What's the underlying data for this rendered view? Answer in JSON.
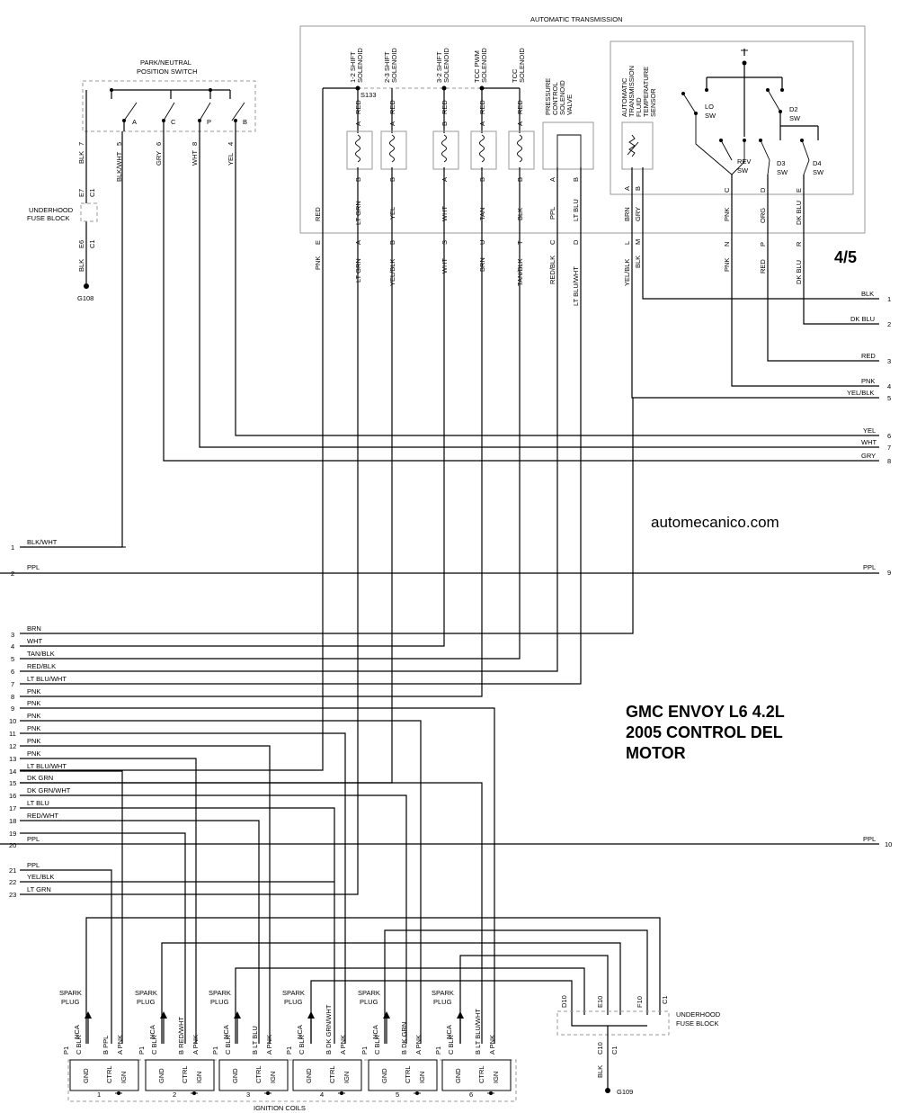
{
  "page_marker": "4/5",
  "title_lines": [
    "GMC ENVOY L6 4.2L",
    "2005 CONTROL DEL",
    "MOTOR"
  ],
  "watermark": "automecanico.com",
  "transmission": {
    "title": "AUTOMATIC TRANSMISSION",
    "splice": "S133",
    "solenoids": [
      {
        "label": [
          "1-2 SHIFT",
          "SOLENOID"
        ],
        "top_pin": "A",
        "top_color": "RED",
        "bot_pin": "B",
        "bot_color": "LT GRN",
        "conn_pin": "A",
        "out_color": "LT GRN"
      },
      {
        "label": [
          "2-3 SHIFT",
          "SOLENOID"
        ],
        "top_pin": "A",
        "top_color": "RED",
        "bot_pin": "B",
        "bot_color": "YEL",
        "conn_pin": "B",
        "out_color": "YEL/BLK"
      },
      {
        "label": [
          "3-2 SHIFT",
          "SOLENOID"
        ],
        "top_pin": "B",
        "top_color": "RED",
        "bot_pin": "A",
        "bot_color": "WHT",
        "conn_pin": "S",
        "out_color": "WHT"
      },
      {
        "label": [
          "TCC PWM",
          "SOLENOID"
        ],
        "top_pin": "A",
        "top_color": "RED",
        "bot_pin": "B",
        "bot_color": "TAN",
        "conn_pin": "U",
        "out_color": "BRN"
      },
      {
        "label": [
          "TCC",
          "SOLENOID"
        ],
        "top_pin": "A",
        "top_color": "RED",
        "bot_pin": "B",
        "bot_color": "BLK",
        "conn_pin": "T",
        "out_color": "TAN/BLK"
      }
    ],
    "feed": {
      "color": "RED",
      "conn_pin": "E",
      "out_color": "PNK"
    },
    "pcs_valve": {
      "label": [
        "PRESSURE",
        "CONTROL",
        "SOLENOID",
        "VALVE"
      ],
      "pin_a": "A",
      "color_a": "PPL",
      "conn_a": "C",
      "out_a": "RED/BLK",
      "pin_b": "B",
      "color_b": "LT BLU",
      "conn_b": "D",
      "out_b": "LT BLU/WHT"
    },
    "temp_sensor": {
      "label": [
        "AUTOMATIC",
        "TRANSMISSION",
        "FLUID",
        "TEMPERATURE",
        "SENSOR"
      ],
      "pin_a": "A",
      "color_a": "BRN",
      "conn_a": "L",
      "out_a": "YEL/BLK",
      "pin_b": "B",
      "color_b": "GRY",
      "conn_b": "M",
      "out_b": "BLK"
    },
    "switches": {
      "labels": [
        [
          "LO",
          "SW"
        ],
        [
          "REV",
          "SW"
        ],
        [
          "D2",
          "SW"
        ],
        [
          "D3",
          "SW"
        ],
        [
          "D4",
          "SW"
        ]
      ],
      "pins": [
        {
          "pin": "C",
          "color": "PNK",
          "conn": "N",
          "out": "PNK"
        },
        {
          "pin": "D",
          "color": "ORG",
          "conn": "P",
          "out": "RED"
        },
        {
          "pin": "E",
          "color": "DK BLU",
          "conn": "R",
          "out": "DK BLU"
        }
      ]
    }
  },
  "park_neutral": {
    "title": [
      "PARK/NEUTRAL",
      "POSITION SWITCH"
    ],
    "contacts": [
      "A",
      "C",
      "P",
      "B"
    ],
    "pins": [
      {
        "pin": "7",
        "color": "BLK"
      },
      {
        "pin": "5",
        "color": "BLK/WHT"
      },
      {
        "pin": "6",
        "color": "GRY"
      },
      {
        "pin": "8",
        "color": "WHT"
      },
      {
        "pin": "4",
        "color": "YEL"
      }
    ]
  },
  "underhood_top": {
    "label": [
      "UNDERHOOD",
      "FUSE BLOCK"
    ],
    "e7": "E7",
    "c1a": "C1",
    "e6": "E6",
    "c1b": "C1",
    "wire": "BLK",
    "ground": "G108"
  },
  "right_connector": [
    {
      "pin": "1",
      "color": "BLK"
    },
    {
      "pin": "2",
      "color": "DK BLU"
    },
    {
      "pin": "3",
      "color": "RED"
    },
    {
      "pin": "4",
      "color": "PNK"
    },
    {
      "pin": "5",
      "color": "YEL/BLK"
    },
    {
      "pin": "6",
      "color": "YEL"
    },
    {
      "pin": "7",
      "color": "WHT"
    },
    {
      "pin": "8",
      "color": "GRY"
    },
    {
      "pin": "9",
      "color": "PPL"
    },
    {
      "pin": "10",
      "color": "PPL"
    }
  ],
  "left_connector": [
    {
      "pin": "1",
      "color": "BLK/WHT"
    },
    {
      "pin": "2",
      "color": "PPL"
    },
    {
      "pin": "3",
      "color": "BRN"
    },
    {
      "pin": "4",
      "color": "WHT"
    },
    {
      "pin": "5",
      "color": "TAN/BLK"
    },
    {
      "pin": "6",
      "color": "RED/BLK"
    },
    {
      "pin": "7",
      "color": "LT BLU/WHT"
    },
    {
      "pin": "8",
      "color": "PNK"
    },
    {
      "pin": "9",
      "color": "PNK"
    },
    {
      "pin": "10",
      "color": "PNK"
    },
    {
      "pin": "11",
      "color": "PNK"
    },
    {
      "pin": "12",
      "color": "PNK"
    },
    {
      "pin": "13",
      "color": "PNK"
    },
    {
      "pin": "14",
      "color": "LT BLU/WHT"
    },
    {
      "pin": "15",
      "color": "DK GRN"
    },
    {
      "pin": "16",
      "color": "DK GRN/WHT"
    },
    {
      "pin": "17",
      "color": "LT BLU"
    },
    {
      "pin": "18",
      "color": "RED/WHT"
    },
    {
      "pin": "19",
      "color": ""
    },
    {
      "pin": "20",
      "color": "PPL"
    },
    {
      "pin": "21",
      "color": "PPL"
    },
    {
      "pin": "22",
      "color": "YEL/BLK"
    },
    {
      "pin": "23",
      "color": "LT GRN"
    }
  ],
  "coils": {
    "label": "IGNITION COILS",
    "plug_label": [
      "SPARK",
      "PLUG"
    ],
    "nca": "NCA",
    "p1": "P1",
    "terms": [
      "GND",
      "CTRL",
      "IGN"
    ],
    "items": [
      {
        "num": "1",
        "c": "C BLK",
        "b": "B PPL",
        "a": "A PNK"
      },
      {
        "num": "2",
        "c": "C BLK",
        "b": "B RED/WHT",
        "a": "A PNK"
      },
      {
        "num": "3",
        "c": "C BLK",
        "b": "B LT BLU",
        "a": "A PNK"
      },
      {
        "num": "4",
        "c": "C BLK",
        "b": "B DK GRN/WHT",
        "a": "A PNK"
      },
      {
        "num": "5",
        "c": "C BLK",
        "b": "B DK GRN",
        "a": "A PNK"
      },
      {
        "num": "6",
        "c": "C BLK",
        "b": "B LT BLU/WHT",
        "a": "A PNK"
      }
    ]
  },
  "underhood_bottom": {
    "label": [
      "UNDERHOOD",
      "FUSE BLOCK"
    ],
    "pins": [
      "D10",
      "E10",
      "F10"
    ],
    "c1": "C1",
    "c10": "C10",
    "c1b": "C1",
    "wire": "BLK",
    "ground": "G109"
  }
}
